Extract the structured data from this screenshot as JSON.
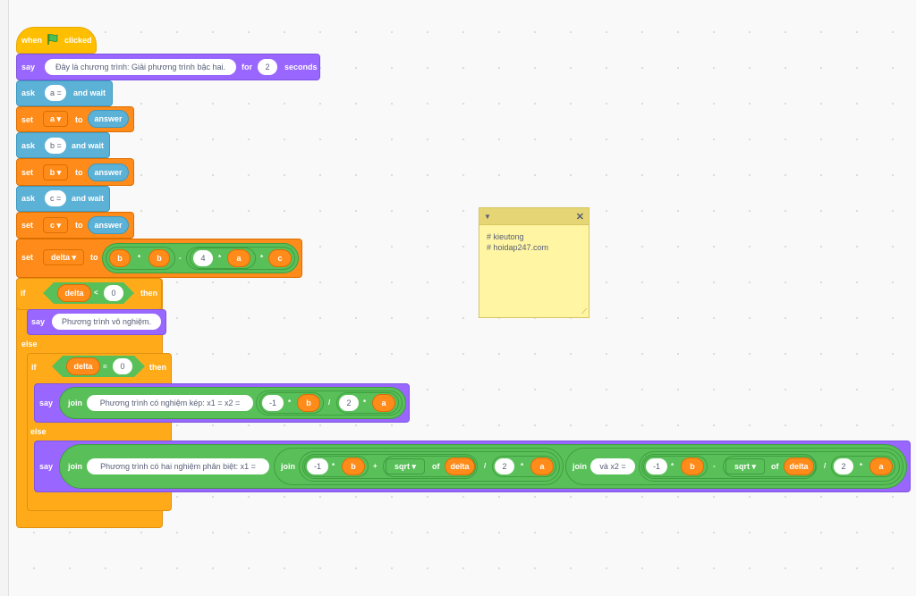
{
  "note": {
    "line1": "# kieutong",
    "line2": "# hoidap247.com"
  },
  "kw": {
    "when": "when",
    "clicked": "clicked",
    "say": "say",
    "ask": "ask",
    "set": "set",
    "to": "to",
    "and_wait": "and wait",
    "for": "for",
    "seconds": "seconds",
    "if": "if",
    "then": "then",
    "else": "else",
    "join": "join",
    "of": "of",
    "answer": "answer"
  },
  "values": {
    "say_intro": "Đây là chương trình: Giải phương trình bậc hai.",
    "say_secs": "2",
    "ask_a": "a =",
    "ask_b": "b =",
    "ask_c": "c =",
    "var_a": "a",
    "var_b": "b",
    "var_c": "c",
    "var_delta": "delta",
    "num_4": "4",
    "num_0": "0",
    "num_neg1": "-1",
    "num_2": "2",
    "say_no_sol": "Phương trình vô nghiệm.",
    "join_double": "Phương trình có nghiệm kép: x1 = x2 =",
    "join_two": "Phương trình có hai nghiệm phân biệt: x1 =",
    "join_x2": "và x2 =",
    "sqrt": "sqrt"
  },
  "ops": {
    "times": "*",
    "minus": "-",
    "plus": "+",
    "divide": "/",
    "lt": "<",
    "eq": "="
  },
  "colors": {
    "events": "#ffbf00",
    "looks": "#9966ff",
    "sensing": "#5cb1d6",
    "variables": "#ff8c1a",
    "control": "#ffab19",
    "operators": "#59c059"
  }
}
